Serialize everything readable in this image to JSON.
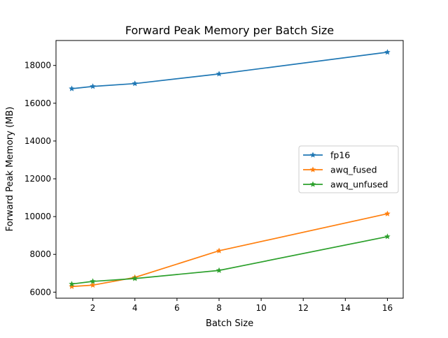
{
  "chart_data": {
    "type": "line",
    "title": "Forward Peak Memory per Batch Size",
    "xlabel": "Batch Size",
    "ylabel": "Forward Peak Memory (MB)",
    "x": [
      1,
      2,
      4,
      8,
      16
    ],
    "xlim": [
      0.25,
      16.75
    ],
    "ylim": [
      5680,
      19320
    ],
    "xticks": [
      2,
      4,
      6,
      8,
      10,
      12,
      14,
      16
    ],
    "yticks": [
      6000,
      8000,
      10000,
      12000,
      14000,
      16000,
      18000
    ],
    "grid": false,
    "legend_position": "center-right",
    "marker": "star",
    "series": [
      {
        "name": "fp16",
        "color": "#1f77b4",
        "values": [
          16770,
          16890,
          17040,
          17550,
          18700
        ]
      },
      {
        "name": "awq_fused",
        "color": "#ff7f0e",
        "values": [
          6300,
          6370,
          6780,
          8190,
          10150
        ]
      },
      {
        "name": "awq_unfused",
        "color": "#2ca02c",
        "values": [
          6430,
          6570,
          6720,
          7150,
          8940
        ]
      }
    ]
  }
}
